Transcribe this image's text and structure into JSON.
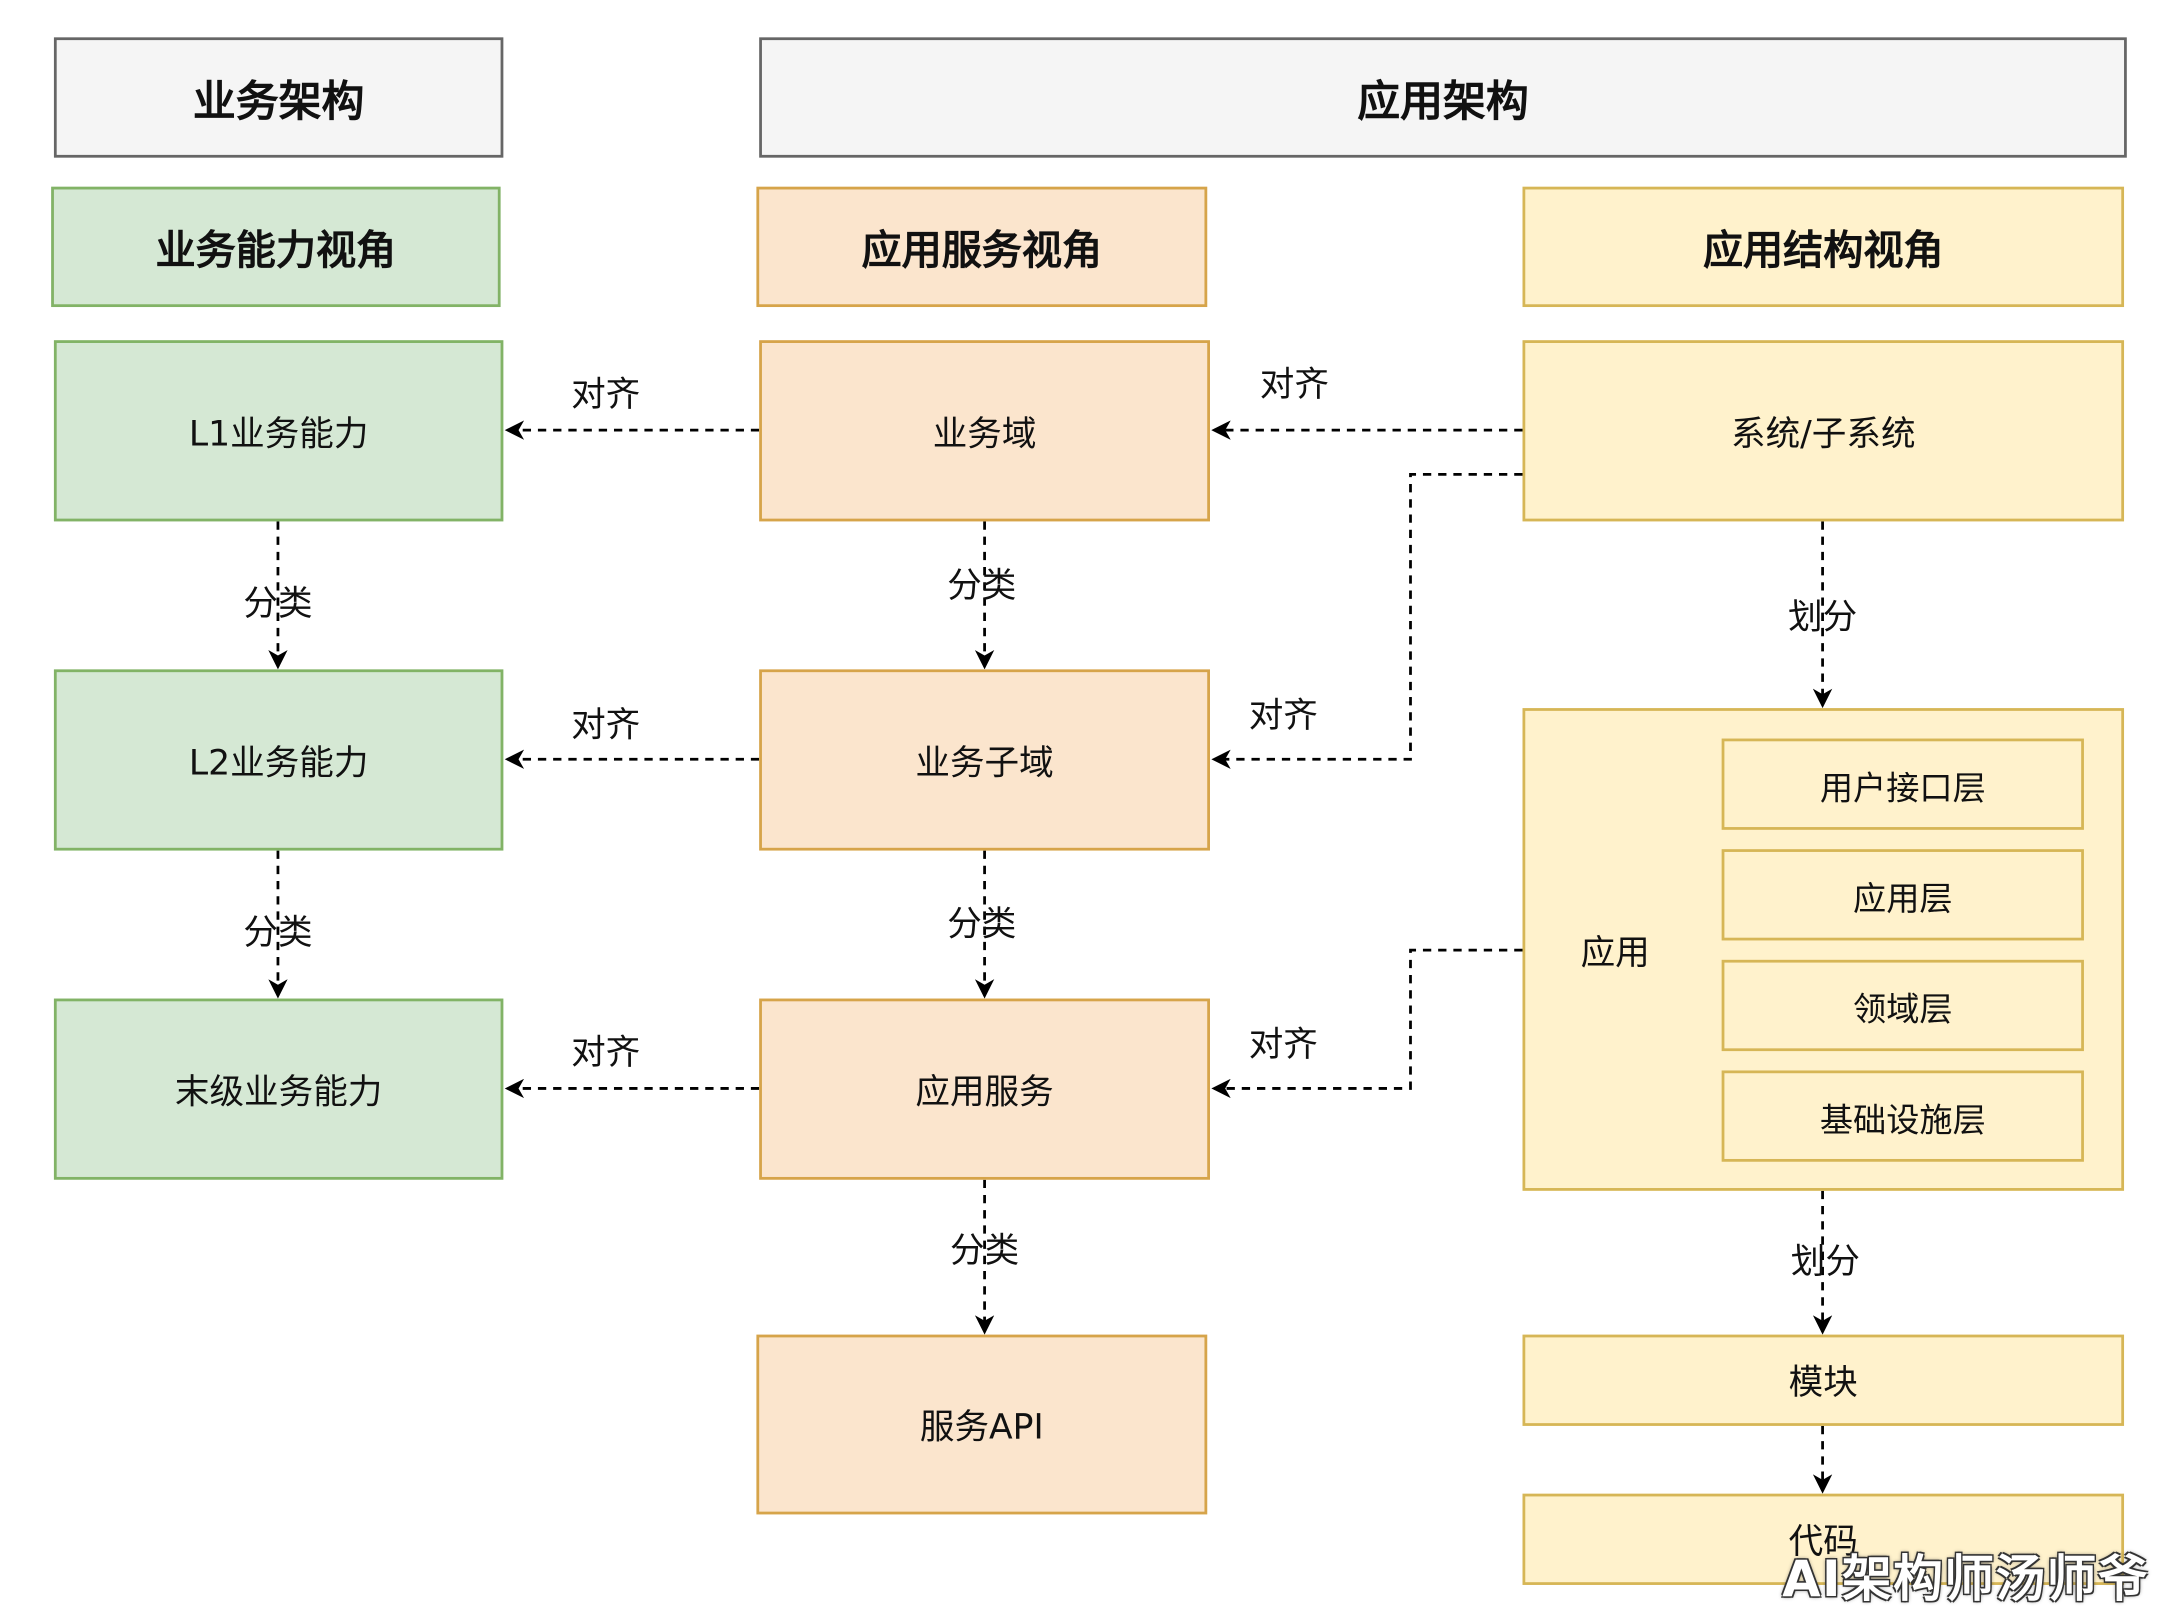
{
  "headers": {
    "business_architecture": "业务架构",
    "application_architecture": "应用架构"
  },
  "views": {
    "business_capability": "业务能力视角",
    "application_service": "应用服务视角",
    "application_structure": "应用结构视角"
  },
  "business_nodes": {
    "l1": "L1业务能力",
    "l2": "L2业务能力",
    "leaf": "末级业务能力"
  },
  "service_nodes": {
    "domain": "业务域",
    "subdomain": "业务子域",
    "service": "应用服务",
    "api": "服务API"
  },
  "structure_nodes": {
    "system": "系统/子系统",
    "application": "应用",
    "layers": [
      "用户接口层",
      "应用层",
      "领域层",
      "基础设施层"
    ],
    "module": "模块",
    "code": "代码"
  },
  "edge_labels": {
    "align": "对齐",
    "classify": "分类",
    "divide": "划分"
  },
  "colors": {
    "green_fill": "#d5e8d4",
    "green_stroke": "#82b366",
    "orange_fill": "#fbe5cd",
    "orange_stroke": "#d6a44a",
    "yellow_fill": "#fff2cc",
    "yellow_stroke": "#d6b656",
    "header_fill": "#f5f5f5",
    "header_stroke": "#666666"
  },
  "watermark": "AI架构师汤师爷"
}
